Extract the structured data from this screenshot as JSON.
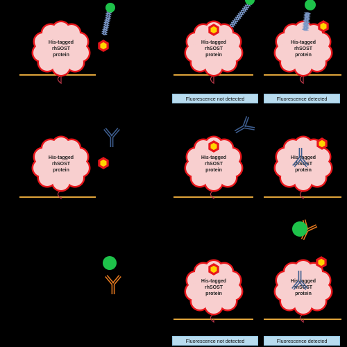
{
  "protein_label": "His-tagged\nrhSOST\nprotein",
  "labels": {
    "row1_not_detected": "Fluorescence not detected",
    "row1_detected": "Fluorescence detected",
    "row3_not_detected": "Fluorescence not detected",
    "row3_detected": "Fluorescence detected"
  },
  "colors": {
    "background": "#000000",
    "surface_line": "#e0a43a",
    "protein_fill": "#f8cfcf",
    "protein_outline": "#e8161b",
    "ligand_fill": "#ffd400",
    "ligand_outline": "#e8161b",
    "fluorophore": "#1ec24a",
    "aptamer_strand": "#7a97c7",
    "primary_antibody": "#3d5d8e",
    "secondary_antibody": "#e3781f",
    "label_fill": "#b8dcef"
  }
}
